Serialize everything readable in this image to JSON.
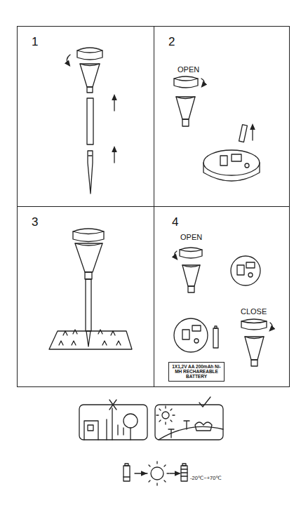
{
  "diagram": {
    "nodes": [
      {
        "text": [
          "1"
        ]
      },
      {
        "text": [
          "2",
          "OPEN"
        ]
      },
      {
        "text": [
          "3"
        ]
      },
      {
        "text": [
          "4",
          "OPEN",
          "CLOSE"
        ]
      },
      {
        "text": [
          "1X1,2V AA 200mAh Ni-MH RECHAREABLE BATTERY"
        ],
        "in": 3
      }
    ],
    "labels": [
      "-20℃~+70℃"
    ]
  }
}
